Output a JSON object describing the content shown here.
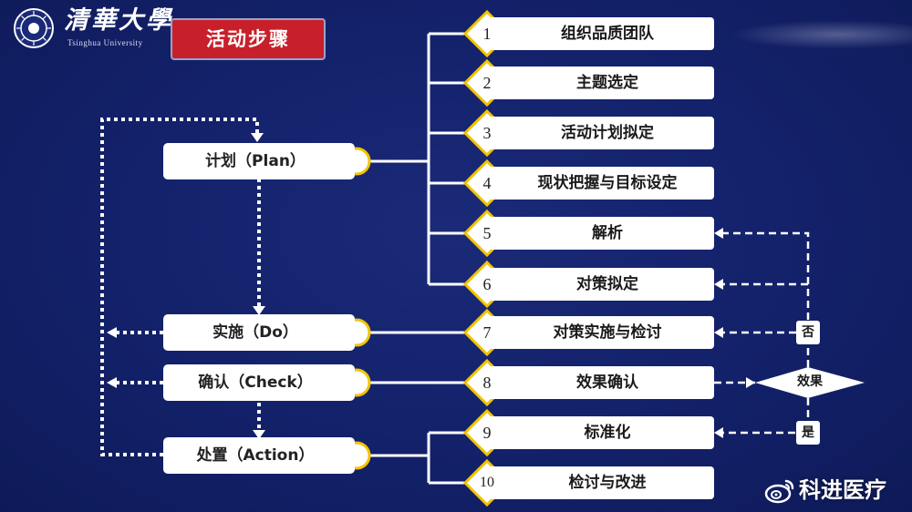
{
  "header": {
    "university_name": "清華大學",
    "university_name_en": "Tsinghua University",
    "title": "活动步骤"
  },
  "stages": {
    "plan": "计划（Plan）",
    "do": "实施（Do）",
    "check": "确认（Check）",
    "action": "处置（Action）"
  },
  "steps": [
    {
      "num": "1",
      "label": "组织品质团队"
    },
    {
      "num": "2",
      "label": "主题选定"
    },
    {
      "num": "3",
      "label": "活动计划拟定"
    },
    {
      "num": "4",
      "label": "现状把握与目标设定"
    },
    {
      "num": "5",
      "label": "解析"
    },
    {
      "num": "6",
      "label": "对策拟定"
    },
    {
      "num": "7",
      "label": "对策实施与检讨"
    },
    {
      "num": "8",
      "label": "效果确认"
    },
    {
      "num": "9",
      "label": "标准化"
    },
    {
      "num": "10",
      "label": "检讨与改进"
    }
  ],
  "decision": {
    "label": "效果",
    "no": "否",
    "yes": "是"
  },
  "watermark": "科进医疗",
  "colors": {
    "background": "#13216a",
    "title_badge": "#c8202a",
    "connector_yellow": "#f2c300",
    "box": "#ffffff"
  }
}
